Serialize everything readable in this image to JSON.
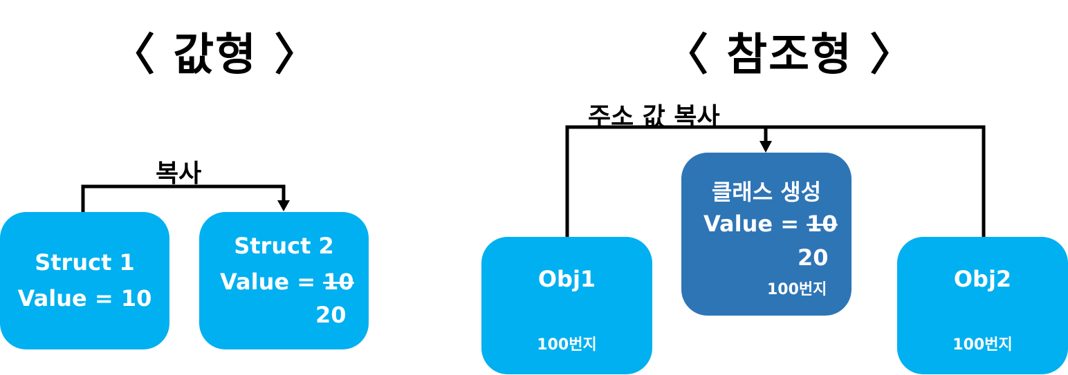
{
  "titles": {
    "value_type": "〈 값형 〉",
    "reference_type": "〈 참조형 〉"
  },
  "labels": {
    "copy": "복사",
    "address_copy": "주소 값 복사"
  },
  "value_type": {
    "struct1": {
      "name": "Struct 1",
      "value_label": "Value = ",
      "value": "10"
    },
    "struct2": {
      "name": "Struct 2",
      "value_label": "Value = ",
      "old_value": "10",
      "new_value": "20"
    }
  },
  "reference_type": {
    "class_box": {
      "name": "클래스 생성",
      "value_label": "Value = ",
      "old_value": "10",
      "new_value": "20",
      "address": "100번지"
    },
    "obj1": {
      "name": "Obj1",
      "address": "100번지"
    },
    "obj2": {
      "name": "Obj2",
      "address": "100번지"
    }
  },
  "colors": {
    "light_box": "#00b0f0",
    "dark_box": "#2e75b6",
    "line": "#000000"
  }
}
